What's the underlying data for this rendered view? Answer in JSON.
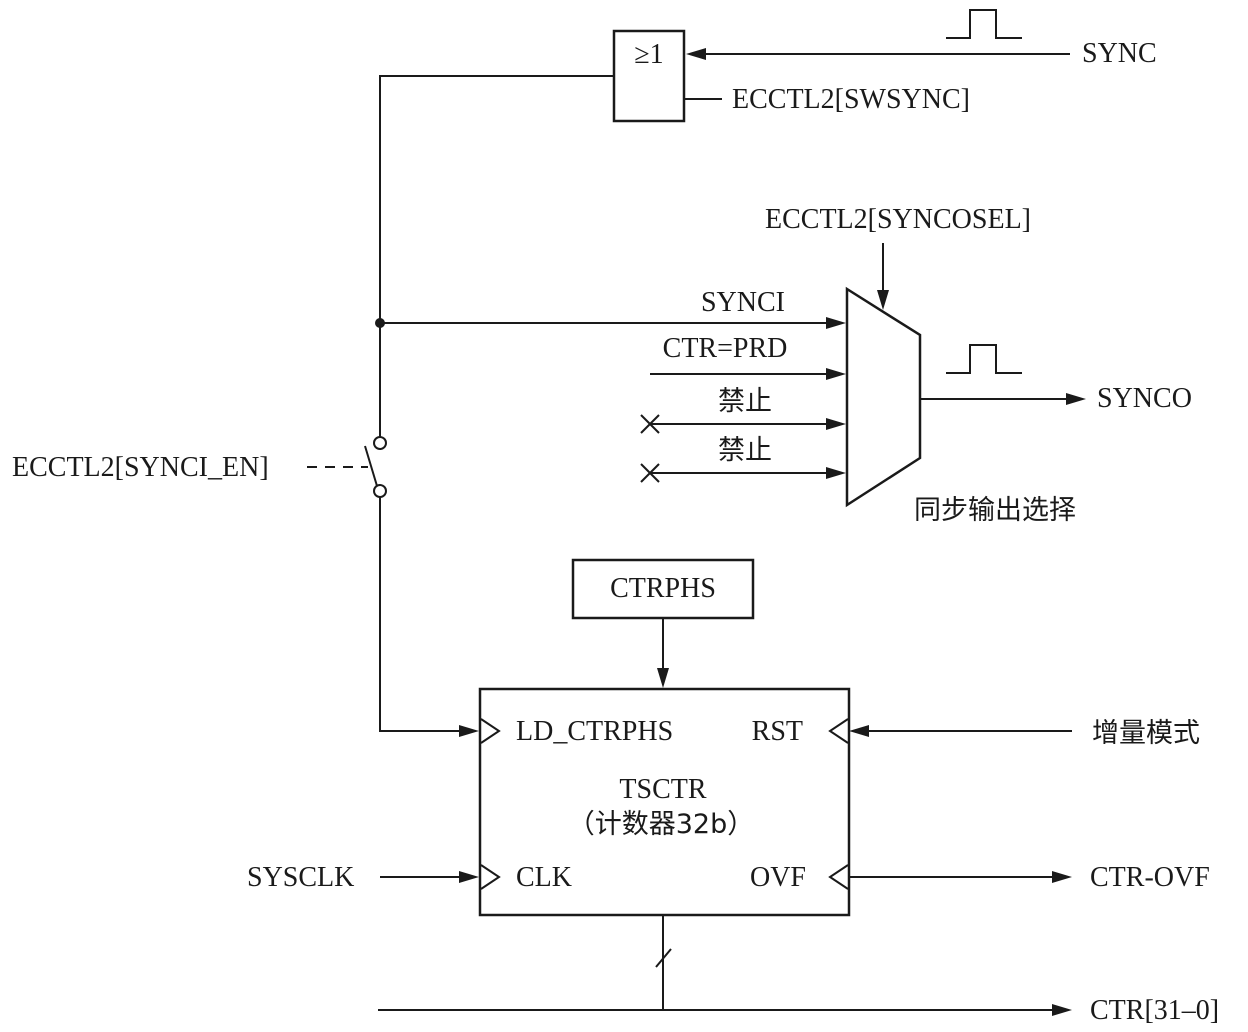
{
  "or_gate": {
    "symbol": "≥1",
    "inputs": {
      "sync": "SYNC",
      "swsync": "ECCTL2[SWSYNC]"
    }
  },
  "sync_out_mux": {
    "select_label": "ECCTL2[SYNCOSEL]",
    "caption": "同步输出选择",
    "inputs": [
      "SYNCI",
      "CTR=PRD",
      "禁止",
      "禁止"
    ],
    "output": "SYNCO"
  },
  "sync_in_switch": {
    "label": "ECCTL2[SYNCI_EN]"
  },
  "phase_register": {
    "label": "CTRPHS"
  },
  "counter": {
    "name": "TSCTR",
    "subtitle": "（计数器32b）",
    "ports": {
      "load": "LD_CTRPHS",
      "reset": "RST",
      "clock": "CLK",
      "overflow": "OVF"
    },
    "reset_source": "增量模式",
    "clock_source": "SYSCLK",
    "overflow_out": "CTR-OVF",
    "bus_out": "CTR[31–0]"
  },
  "colors": {
    "ink": "#1a1a1a",
    "background": "#ffffff"
  }
}
